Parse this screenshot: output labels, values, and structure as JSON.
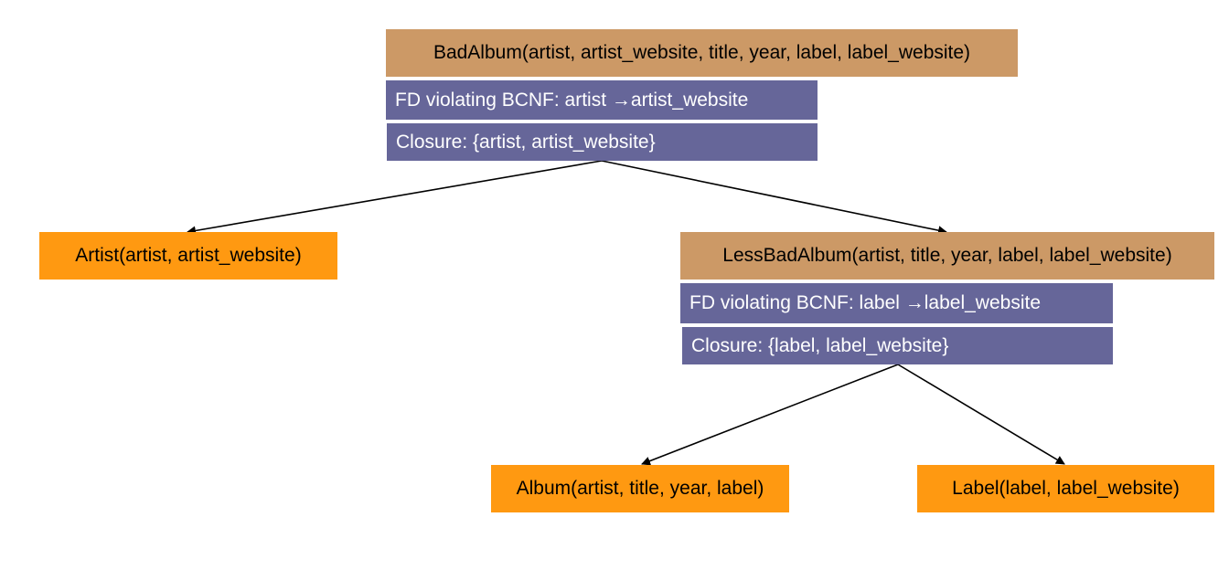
{
  "colors": {
    "relation_header": "#cc9966",
    "leaf_relation": "#ff9911",
    "fd_info": "#666699",
    "edge": "#000000"
  },
  "nodes": {
    "bad_album": {
      "title": "BadAlbum(artist, artist_website, title, year, label, label_website)",
      "fd": "FD violating BCNF: artist →artist_website",
      "closure": "Closure: {artist, artist_website}"
    },
    "artist": {
      "title": "Artist(artist, artist_website)"
    },
    "less_bad_album": {
      "title": "LessBadAlbum(artist, title, year, label, label_website)",
      "fd": "FD violating BCNF: label →label_website",
      "closure": "Closure: {label, label_website}"
    },
    "album": {
      "title": "Album(artist, title, year, label)"
    },
    "label": {
      "title": "Label(label, label_website)"
    }
  },
  "edges": [
    {
      "from": "bad_album",
      "to": "artist"
    },
    {
      "from": "bad_album",
      "to": "less_bad_album"
    },
    {
      "from": "less_bad_album",
      "to": "album"
    },
    {
      "from": "less_bad_album",
      "to": "label"
    }
  ]
}
